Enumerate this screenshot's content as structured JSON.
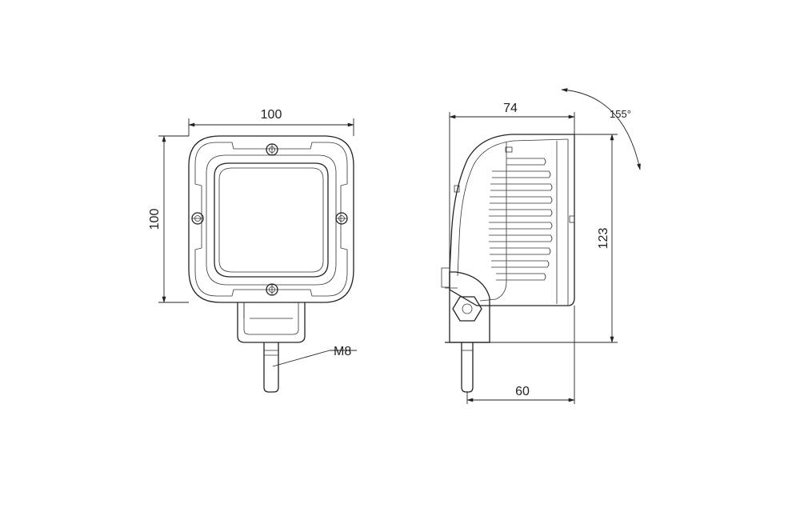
{
  "front_view": {
    "width_label": "100",
    "height_label": "100",
    "thread_label": "M8"
  },
  "side_view": {
    "depth_label": "74",
    "height_label": "123",
    "bracket_depth_label": "60",
    "rotation_label": "155°"
  }
}
